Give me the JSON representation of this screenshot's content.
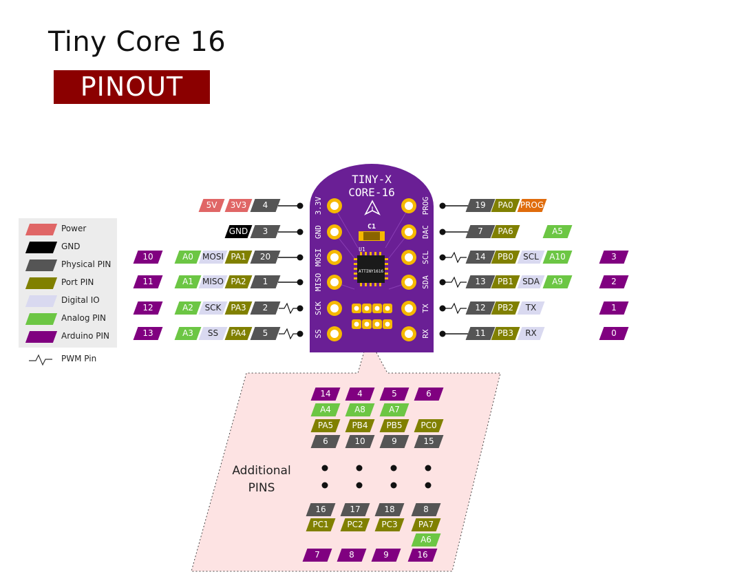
{
  "title": "Tiny Core 16",
  "banner": "PINOUT",
  "colors": {
    "power": "#e06666",
    "gnd": "#000000",
    "physical": "#555555",
    "port": "#808000",
    "digital": "#d9d9f0",
    "analog": "#6cc644",
    "arduino": "#800080",
    "prog": "#e06c0c",
    "board": "#6a1f95",
    "pad": "#f5b800",
    "banner": "#8b0000",
    "additional_bg": "#fde3e3"
  },
  "legend": {
    "items": [
      {
        "label": "Power",
        "type": "power"
      },
      {
        "label": "GND",
        "type": "gnd"
      },
      {
        "label": "Physical PIN",
        "type": "physical"
      },
      {
        "label": "Port PIN",
        "type": "port"
      },
      {
        "label": "Digital IO",
        "type": "digital"
      },
      {
        "label": "Analog PIN",
        "type": "analog"
      },
      {
        "label": "Arduino PIN",
        "type": "arduino"
      }
    ],
    "pwm_label": "PWM Pin"
  },
  "board": {
    "name_line1": "TINY-X",
    "name_line2": "CORE-16",
    "cap_label": "C1",
    "ic_ref": "U1",
    "ic_part": "ATTINY1616",
    "left_pins": [
      "3.3V",
      "GND",
      "MOSI",
      "MISO",
      "SCK",
      "SS"
    ],
    "right_pins": [
      "PROG",
      "DAC",
      "SCL",
      "SDA",
      "TX",
      "RX"
    ]
  },
  "left_rows": [
    {
      "labels": [
        {
          "t": "5V",
          "c": "power"
        },
        {
          "t": "3V3",
          "c": "power"
        },
        {
          "t": "4",
          "c": "physical"
        }
      ],
      "arduino": "",
      "pwm": false
    },
    {
      "labels": [
        {
          "t": "GND",
          "c": "gnd"
        },
        {
          "t": "3",
          "c": "physical"
        }
      ],
      "arduino": "",
      "pwm": false
    },
    {
      "labels": [
        {
          "t": "A0",
          "c": "analog"
        },
        {
          "t": "MOSI",
          "c": "digital"
        },
        {
          "t": "PA1",
          "c": "port"
        },
        {
          "t": "20",
          "c": "physical"
        }
      ],
      "arduino": "10",
      "pwm": false
    },
    {
      "labels": [
        {
          "t": "A1",
          "c": "analog"
        },
        {
          "t": "MISO",
          "c": "digital"
        },
        {
          "t": "PA2",
          "c": "port"
        },
        {
          "t": "1",
          "c": "physical"
        }
      ],
      "arduino": "11",
      "pwm": false
    },
    {
      "labels": [
        {
          "t": "A2",
          "c": "analog"
        },
        {
          "t": "SCK",
          "c": "digital"
        },
        {
          "t": "PA3",
          "c": "port"
        },
        {
          "t": "2",
          "c": "physical"
        }
      ],
      "arduino": "12",
      "pwm": true
    },
    {
      "labels": [
        {
          "t": "A3",
          "c": "analog"
        },
        {
          "t": "SS",
          "c": "digital"
        },
        {
          "t": "PA4",
          "c": "port"
        },
        {
          "t": "5",
          "c": "physical"
        }
      ],
      "arduino": "13",
      "pwm": true
    }
  ],
  "right_rows": [
    {
      "labels": [
        {
          "t": "19",
          "c": "physical"
        },
        {
          "t": "PA0",
          "c": "port"
        },
        {
          "t": "PROG",
          "c": "prog"
        }
      ],
      "analog": "",
      "arduino": "",
      "pwm": false
    },
    {
      "labels": [
        {
          "t": "7",
          "c": "physical"
        },
        {
          "t": "PA6",
          "c": "port"
        }
      ],
      "analog": "A5",
      "arduino": "",
      "pwm": false
    },
    {
      "labels": [
        {
          "t": "14",
          "c": "physical"
        },
        {
          "t": "PB0",
          "c": "port"
        },
        {
          "t": "SCL",
          "c": "digital"
        }
      ],
      "analog": "A10",
      "arduino": "3",
      "pwm": true
    },
    {
      "labels": [
        {
          "t": "13",
          "c": "physical"
        },
        {
          "t": "PB1",
          "c": "port"
        },
        {
          "t": "SDA",
          "c": "digital"
        }
      ],
      "analog": "A9",
      "arduino": "2",
      "pwm": true
    },
    {
      "labels": [
        {
          "t": "12",
          "c": "physical"
        },
        {
          "t": "PB2",
          "c": "port"
        },
        {
          "t": "TX",
          "c": "digital"
        }
      ],
      "analog": "",
      "arduino": "1",
      "pwm": true
    },
    {
      "labels": [
        {
          "t": "11",
          "c": "physical"
        },
        {
          "t": "PB3",
          "c": "port"
        },
        {
          "t": "RX",
          "c": "digital"
        }
      ],
      "analog": "",
      "arduino": "0",
      "pwm": false
    }
  ],
  "additional": {
    "label_line1": "Additional",
    "label_line2": "PINS",
    "top": {
      "arduino": [
        "14",
        "4",
        "5",
        "6"
      ],
      "analog": [
        "A4",
        "A8",
        "A7",
        ""
      ],
      "port": [
        "PA5",
        "PB4",
        "PB5",
        "PC0"
      ],
      "physical": [
        "6",
        "10",
        "9",
        "15"
      ]
    },
    "bottom": {
      "physical": [
        "16",
        "17",
        "18",
        "8"
      ],
      "port": [
        "PC1",
        "PC2",
        "PC3",
        "PA7"
      ],
      "analog": [
        "",
        "",
        "",
        "A6"
      ],
      "arduino": [
        "7",
        "8",
        "9",
        "16"
      ]
    }
  }
}
